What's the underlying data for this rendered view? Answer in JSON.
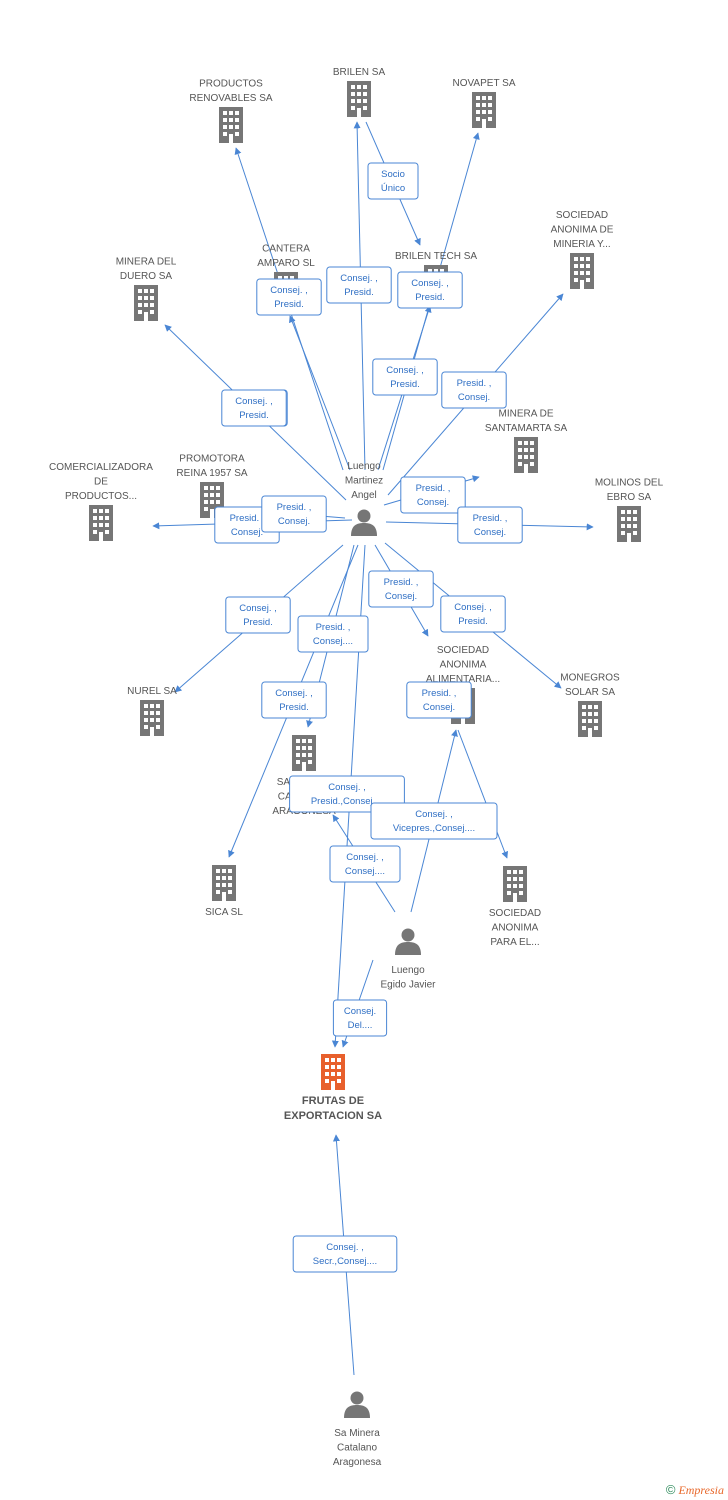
{
  "colors": {
    "company": "#767676",
    "focus_company": "#e8602c",
    "person": "#767676",
    "edge": "#4a86d4"
  },
  "nodes": [
    {
      "id": "productos",
      "kind": "company",
      "lines": [
        "PRODUCTOS",
        "RENOVABLES SA"
      ]
    },
    {
      "id": "brilen",
      "kind": "company",
      "lines": [
        "BRILEN SA"
      ]
    },
    {
      "id": "novapet",
      "kind": "company",
      "lines": [
        "NOVAPET SA"
      ]
    },
    {
      "id": "sociedad_mineria",
      "kind": "company",
      "lines": [
        "SOCIEDAD",
        "ANONIMA DE",
        "MINERIA Y..."
      ]
    },
    {
      "id": "minera_duero",
      "kind": "company",
      "lines": [
        "MINERA DEL",
        "DUERO SA"
      ]
    },
    {
      "id": "cantera",
      "kind": "company",
      "lines": [
        "CANTERA",
        "AMPARO SL"
      ]
    },
    {
      "id": "brilen_tech",
      "kind": "company",
      "lines": [
        "BRILEN TECH SA"
      ]
    },
    {
      "id": "minera_santamarta",
      "kind": "company",
      "lines": [
        "MINERA DE",
        "SANTAMARTA SA"
      ]
    },
    {
      "id": "comercializadora",
      "kind": "company",
      "lines": [
        "COMERCIALIZADORA",
        "DE",
        "PRODUCTOS..."
      ]
    },
    {
      "id": "promotora",
      "kind": "company",
      "lines": [
        "PROMOTORA",
        "REINA 1957 SA"
      ]
    },
    {
      "id": "molinos",
      "kind": "company",
      "lines": [
        "MOLINOS DEL",
        "EBRO SA"
      ]
    },
    {
      "id": "nurel",
      "kind": "company",
      "lines": [
        "NUREL SA"
      ]
    },
    {
      "id": "sociedad_alimentaria",
      "kind": "company",
      "lines": [
        "SOCIEDAD",
        "ANONIMA",
        "ALIMENTARIA..."
      ]
    },
    {
      "id": "monegros",
      "kind": "company",
      "lines": [
        "MONEGROS",
        "SOLAR SA"
      ]
    },
    {
      "id": "sa_minera",
      "kind": "company",
      "lines": [
        "SA MINERA",
        "CATALANO",
        "ARAGONESA"
      ]
    },
    {
      "id": "sica",
      "kind": "company",
      "lines": [
        "SICA SL"
      ]
    },
    {
      "id": "sociedad_para",
      "kind": "company",
      "lines": [
        "SOCIEDAD",
        "ANONIMA",
        "PARA EL..."
      ]
    },
    {
      "id": "frutas",
      "kind": "focus",
      "lines": [
        "FRUTAS DE",
        "EXPORTACION SA"
      ]
    },
    {
      "id": "luengo_martinez",
      "kind": "person",
      "lines": [
        "Luengo",
        "Martinez",
        "Angel"
      ]
    },
    {
      "id": "luengo_egido",
      "kind": "person",
      "lines": [
        "Luengo",
        "Egido Javier"
      ]
    },
    {
      "id": "sa_minera_person",
      "kind": "person",
      "lines": [
        "Sa Minera",
        "Catalano",
        "Aragonesa"
      ]
    }
  ],
  "edges": [
    {
      "from": "luengo_martinez",
      "to": "productos",
      "label": [
        "Consej. ,",
        "Presid."
      ]
    },
    {
      "from": "luengo_martinez",
      "to": "brilen",
      "label": [
        "Consej. ,",
        "Presid."
      ]
    },
    {
      "from": "brilen",
      "to": "brilen_tech",
      "label": [
        "Socio",
        "Único"
      ]
    },
    {
      "from": "luengo_martinez",
      "to": "novapet",
      "label": [
        "Consej. ,",
        "Presid."
      ]
    },
    {
      "from": "luengo_martinez",
      "to": "sociedad_mineria",
      "label": [
        "Presid. ,",
        "Consej."
      ]
    },
    {
      "from": "luengo_martinez",
      "to": "minera_duero",
      "label": [
        "Consej. ,",
        "Presid."
      ]
    },
    {
      "from": "luengo_martinez",
      "to": "cantera",
      "label": [
        "Consej. ,",
        "Presid."
      ]
    },
    {
      "from": "luengo_martinez",
      "to": "brilen_tech",
      "label": [
        "Consej. ,",
        "Presid."
      ]
    },
    {
      "from": "luengo_martinez",
      "to": "minera_santamarta",
      "label": [
        "Presid. ,",
        "Consej."
      ]
    },
    {
      "from": "luengo_martinez",
      "to": "comercializadora",
      "label": [
        "Presid. ,",
        "Consej."
      ]
    },
    {
      "from": "luengo_martinez",
      "to": "promotora",
      "label": [
        "Presid. ,",
        "Consej."
      ]
    },
    {
      "from": "luengo_martinez",
      "to": "molinos",
      "label": [
        "Presid. ,",
        "Consej."
      ]
    },
    {
      "from": "luengo_martinez",
      "to": "nurel",
      "label": [
        "Consej. ,",
        "Presid."
      ]
    },
    {
      "from": "luengo_martinez",
      "to": "sociedad_alimentaria",
      "label": [
        "Presid. ,",
        "Consej."
      ]
    },
    {
      "from": "luengo_martinez",
      "to": "monegros",
      "label": [
        "Consej. ,",
        "Presid."
      ]
    },
    {
      "from": "luengo_martinez",
      "to": "sa_minera",
      "label": [
        "Presid. ,",
        "Consej...."
      ]
    },
    {
      "from": "luengo_martinez",
      "to": "sica",
      "label": [
        "Consej. ,",
        "Presid."
      ]
    },
    {
      "from": "luengo_martinez",
      "to": "frutas",
      "label": [
        "Consej. ,",
        "Presid.,Consej...."
      ]
    },
    {
      "from": "luengo_egido",
      "to": "sa_minera",
      "label": [
        "Consej. ,",
        "Consej...."
      ]
    },
    {
      "from": "luengo_egido",
      "to": "sociedad_alimentaria",
      "label": [
        "Presid. ,",
        "Consej."
      ]
    },
    {
      "from": "sociedad_alimentaria",
      "to": "sociedad_para",
      "label": [
        "Consej. ,",
        "Vicepres.,Consej...."
      ]
    },
    {
      "from": "luengo_egido",
      "to": "frutas",
      "label": [
        "Consej.",
        "Del...."
      ]
    },
    {
      "from": "sa_minera_person",
      "to": "frutas",
      "label": [
        "Consej. ,",
        "Secr.,Consej...."
      ]
    }
  ],
  "footer": {
    "copyright": "©",
    "brand": "Empresia"
  }
}
